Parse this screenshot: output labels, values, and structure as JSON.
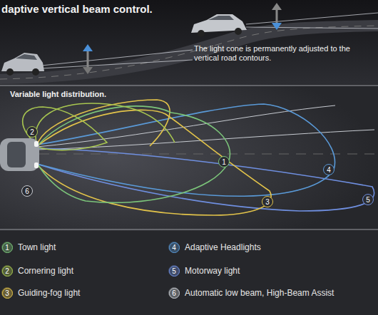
{
  "diagram": {
    "title": "daptive vertical beam control.",
    "labels": [
      "The light cone is permanently adjusted to the vertical road contours.",
      "Variable light distribution.",
      "2",
      "1",
      "3",
      "4",
      "5",
      "6",
      "1",
      "2",
      "3",
      "4",
      "5",
      "6"
    ],
    "legend": [
      {
        "text": "Town light",
        "color": "#7cc57a"
      },
      {
        "text": "Cornering light",
        "color": "#a8c650"
      },
      {
        "text": "Guiding-fog light",
        "color": "#e2c34a"
      },
      {
        "text": "Adaptive Headlights",
        "color": "#5a9ad8"
      },
      {
        "text": "Motorway light",
        "color": "#6f8fe0"
      },
      {
        "text": "Automatic low beam, High-Beam Assist",
        "color": "#c8ccd2"
      }
    ]
  }
}
